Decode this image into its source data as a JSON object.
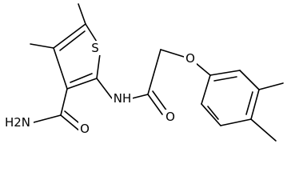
{
  "molecule": {
    "atoms": {
      "sulfur": "S",
      "carbonyl_oxygen_amide": "O",
      "amine_nh2": "H2N",
      "amide_nh": "NH",
      "carbonyl_oxygen_acetamide": "O",
      "ether_oxygen": "O"
    }
  }
}
